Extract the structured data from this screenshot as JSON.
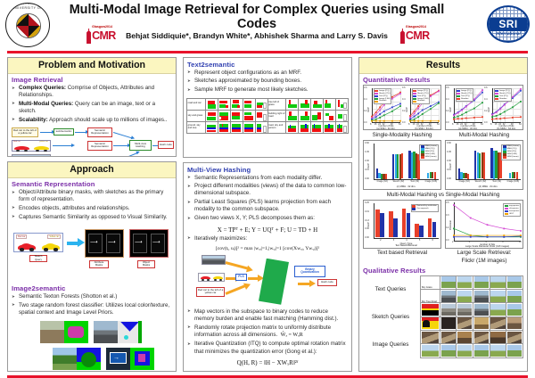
{
  "header": {
    "title": "Multi-Modal Image Retrieval for Complex Queries using Small Codes",
    "authors": "Behjat Siddiquie*, Brandyn White*, Abhishek Sharma and Larry S. Davis",
    "umd_logo": {
      "name": "university-of-maryland-seal",
      "top_text": "UNIVERSITY OF",
      "bottom_text": "MARYLAND"
    },
    "cmr_logo": {
      "name": "icmr-2014-logo",
      "event": "Glasgow2014",
      "text": "CMR"
    },
    "sri_logo": {
      "name": "sri-international-logo",
      "text": "SRI",
      "subtext": "International"
    },
    "accent_color": "#e8132b"
  },
  "columns": {
    "left": {
      "section1": {
        "banner": "Problem and Motivation",
        "subhead": "Image Retrieval",
        "bullets": [
          {
            "lead": "Complex Queries:",
            "rest": " Comprise of Objects, Attributes and Relationships."
          },
          {
            "lead": "Multi-Modal Queries:",
            "rest": " Query can be an image, text or a sketch."
          },
          {
            "lead": "Scalability:",
            "rest": " Approach should scale up to millions of images.."
          }
        ],
        "pipeline": {
          "text_query": "Red car to the left of a yellow car",
          "text2semantic": "text2semantic",
          "image2semantic": "im2semantic",
          "semantic_rep": "Semantic Representation",
          "multiview_hashing": "Multi-view Hashing",
          "hash_code": "Hash code"
        }
      },
      "section2": {
        "banner": "Approach",
        "subhead": "Semantic Representation",
        "bullets": [
          {
            "lead": "",
            "rest": "Object/Attribute binary masks, with sketches as the primary form of representation."
          },
          {
            "lead": "",
            "rest": "Encodes objects, attributes and relationships."
          },
          {
            "lead": "",
            "rest": "Captures Semantic Similarity as opposed to Visual Similarity."
          }
        ],
        "figure": {
          "query_label": "Sketch Query",
          "attribute_masks": "Attribute Masks",
          "object_masks": "Object Masks",
          "red_car": "Red car",
          "yellow_car": "Yellow car"
        }
      },
      "section3": {
        "subhead": "Image2semantic",
        "bullets": [
          {
            "lead": "",
            "rest": "Semantic Texton Forests (Shotton et al.)"
          },
          {
            "lead": "",
            "rest": "Two stage  random forest classifier: Utilizes local color/texture, spatial context and Image Level Priors."
          }
        ]
      }
    },
    "middle": {
      "section1": {
        "subhead": "Text2semantic",
        "bullets": [
          {
            "lead": "",
            "rest": "Represent object configurations as an MRF."
          },
          {
            "lead": "",
            "rest": "Sketches approximated by bounding boxes."
          },
          {
            "lead": "",
            "rest": "Sample MRF to generate most likely sketches."
          }
        ],
        "mrf_table": {
          "left_labels": [
            "road and car",
            "sky and grass",
            "ground, sky and tree"
          ],
          "right_labels": [
            "tree left of grass",
            "building right of road",
            "road, sky and person"
          ]
        }
      },
      "section2": {
        "subhead": "Multi-View Hashing",
        "bullets": [
          {
            "lead": "",
            "rest": "Semantic Representations from each modality differ."
          },
          {
            "lead": "",
            "rest": "Project different modalities (views) of the data to common low-dimensional subspace."
          },
          {
            "lead": "",
            "rest": "Partial Least Squares (PLS) learns projection from each modality to the common subspace."
          },
          {
            "lead": "",
            "rest": "Given two views X, Y; PLS decomposes them as:"
          }
        ],
        "equation1": "X = TPᵀ + E;  Y = UQᵀ + F;  U = TD + H",
        "bullet_iter": "Iteratively maximizes:",
        "equation2": "[cov(tᵢ, uᵢ)]² = max |wₓᵢ|=1,|wᵧᵢ|=1 [cov(Xwₓᵢ, Ywᵧᵢ)]²",
        "figure": {
          "pls": "PLS",
          "binary_quantization": "Binary Quantization",
          "hash_code": "Hash code",
          "text_query": "Red car to the left of a yellow car"
        },
        "bullets2": [
          {
            "lead": "",
            "rest": "Map vectors in the subspace to binary codes to reduce memory burden and enable fast matching (Hamming dist.)."
          },
          {
            "lead": "",
            "rest": "Randomly rotate projection matrix to uniformly distribute information across all dimensions."
          },
          {
            "lead": "",
            "rest": "Iterative Quantization (ITQ) to compute optimal rotation matrix that minimizes the quantization error (Gong et al.):"
          }
        ],
        "equation3": "Ŵₓ = WₓR",
        "equation4": "Q(H, R) = ‖H − XWₓR‖²ᶠ"
      }
    },
    "right": {
      "banner": "Results",
      "subhead_quant": "Quantitative Results",
      "subhead_qual": "Qualitative Results",
      "captions": {
        "single_modality": "Single-Modality Hashing",
        "multi_modal": "Multi-Modal Hashing",
        "mm_vs_sm": "Multi-Modal Hashing vs Single-Modal Hashing",
        "text_retrieval": "Text based Retrieval",
        "large_scale_1": "Large Scale Retrieval:",
        "large_scale_2": "Flickr (1M images)"
      },
      "qual_rows": [
        "Text Queries",
        "Sketch Queries",
        "Image Queries"
      ],
      "qual_query_labels": [
        "Sky Grass",
        "Sky Tree Road",
        "",
        "",
        "",
        ""
      ]
    }
  },
  "chart_data": [
    {
      "type": "line",
      "title": "(a) SMH - 32 dim.",
      "xlabel": "number of bits",
      "ylabel": "mAP",
      "x": [
        8,
        16,
        24,
        32,
        48,
        64
      ],
      "xlim": [
        8,
        64
      ],
      "ylim": [
        0,
        0.6
      ],
      "grid": true,
      "legend_position": "top-left",
      "series": [
        {
          "name": "Image (ITQ)",
          "color": "#e8402a",
          "values": [
            0.1,
            0.17,
            0.26,
            0.34,
            0.44,
            0.52
          ]
        },
        {
          "name": "Sketch (ITQ)",
          "color": "#d44bd4",
          "values": [
            0.07,
            0.13,
            0.21,
            0.3,
            0.41,
            0.5
          ]
        },
        {
          "name": "Text (ITQ)",
          "color": "#2f3fd0",
          "values": [
            0.05,
            0.09,
            0.14,
            0.19,
            0.26,
            0.32
          ]
        },
        {
          "name": "Image (LSH)",
          "color": "#1f9e3a",
          "values": [
            0.03,
            0.05,
            0.08,
            0.12,
            0.19,
            0.28
          ]
        },
        {
          "name": "Random",
          "color": "#f0a000",
          "values": [
            0.02,
            0.02,
            0.02,
            0.02,
            0.02,
            0.02
          ]
        }
      ]
    },
    {
      "type": "line",
      "title": "(b) SMH - 64 dim.",
      "xlabel": "number of bits",
      "ylabel": "mAP",
      "x": [
        8,
        16,
        24,
        32,
        48,
        64
      ],
      "xlim": [
        8,
        64
      ],
      "ylim": [
        0,
        0.6
      ],
      "grid": true,
      "legend_position": "top-left",
      "series": [
        {
          "name": "Image (ITQ)",
          "color": "#e8402a",
          "values": [
            0.11,
            0.19,
            0.28,
            0.37,
            0.47,
            0.55
          ]
        },
        {
          "name": "Sketch (ITQ)",
          "color": "#d44bd4",
          "values": [
            0.08,
            0.15,
            0.24,
            0.33,
            0.45,
            0.54
          ]
        },
        {
          "name": "Text (ITQ)",
          "color": "#2f3fd0",
          "values": [
            0.05,
            0.1,
            0.15,
            0.21,
            0.28,
            0.35
          ]
        },
        {
          "name": "Image (LSH)",
          "color": "#1f9e3a",
          "values": [
            0.03,
            0.05,
            0.09,
            0.14,
            0.23,
            0.33
          ]
        },
        {
          "name": "Random",
          "color": "#f0a000",
          "values": [
            0.02,
            0.02,
            0.02,
            0.02,
            0.02,
            0.02
          ]
        }
      ]
    },
    {
      "type": "line",
      "title": "(a) MMH - 32 dim.",
      "xlabel": "number of bits",
      "ylabel": "mAP",
      "x": [
        8,
        16,
        24,
        32,
        48,
        64
      ],
      "xlim": [
        8,
        64
      ],
      "ylim": [
        0,
        0.6
      ],
      "grid": true,
      "legend_position": "top-left",
      "series": [
        {
          "name": "Image (ITQ)",
          "color": "#2f3fd0",
          "values": [
            0.13,
            0.17,
            0.22,
            0.28,
            0.38,
            0.52
          ]
        },
        {
          "name": "Sketch (ITQ)",
          "color": "#d44bd4",
          "values": [
            0.12,
            0.16,
            0.21,
            0.27,
            0.4,
            0.56
          ]
        },
        {
          "name": "Text (ITQ)",
          "color": "#1f9e3a",
          "values": [
            0.08,
            0.1,
            0.13,
            0.17,
            0.24,
            0.34
          ]
        },
        {
          "name": "Random",
          "color": "#e8402a",
          "values": [
            0.05,
            0.06,
            0.06,
            0.07,
            0.08,
            0.09
          ]
        }
      ]
    },
    {
      "type": "line",
      "title": "(b) MMH - 64 dim.",
      "xlabel": "number of bits",
      "ylabel": "mAP",
      "x": [
        8,
        16,
        24,
        32,
        48,
        64
      ],
      "xlim": [
        8,
        64
      ],
      "ylim": [
        0,
        0.6
      ],
      "grid": true,
      "legend_position": "top-left",
      "series": [
        {
          "name": "Image (ITQ)",
          "color": "#2f3fd0",
          "values": [
            0.14,
            0.18,
            0.24,
            0.31,
            0.42,
            0.55
          ]
        },
        {
          "name": "Sketch (ITQ)",
          "color": "#d44bd4",
          "values": [
            0.13,
            0.17,
            0.23,
            0.3,
            0.44,
            0.58
          ]
        },
        {
          "name": "Text (ITQ)",
          "color": "#1f9e3a",
          "values": [
            0.09,
            0.11,
            0.14,
            0.18,
            0.26,
            0.36
          ]
        },
        {
          "name": "Random",
          "color": "#e8402a",
          "values": [
            0.05,
            0.06,
            0.06,
            0.07,
            0.08,
            0.09
          ]
        }
      ]
    },
    {
      "type": "bar",
      "title": "(c) MMH - 32 dim.",
      "xlabel": "",
      "ylabel": "mAP",
      "categories": [
        "Image (32)",
        "Sketch (32)",
        "Text (32)",
        "Image (106)"
      ],
      "ylim": [
        0,
        0.6
      ],
      "grid": false,
      "legend_position": "top-right",
      "series": [
        {
          "name": "MMH (Linear)",
          "color": "#2133a8",
          "values": [
            0.17,
            0.42,
            0.47,
            0.0
          ]
        },
        {
          "name": "MMH (ITQ)",
          "color": "#2fa8e8",
          "values": [
            0.1,
            0.41,
            0.45,
            0.1
          ]
        },
        {
          "name": "SMH (ITQ)",
          "color": "#1f9e3a",
          "values": [
            0.09,
            0.41,
            0.46,
            0.11
          ]
        },
        {
          "name": "SMH (LSH)",
          "color": "#8a3b10",
          "values": [
            0.09,
            0.42,
            0.43,
            0.11
          ]
        },
        {
          "name": "SMH (Linear)",
          "color": "#e8402a",
          "values": [
            0.09,
            0.43,
            0.42,
            0.12
          ]
        }
      ]
    },
    {
      "type": "bar",
      "title": "(d) MMH - 64 dim.",
      "xlabel": "",
      "ylabel": "mAP",
      "categories": [
        "Image (32)",
        "Sketch (32)",
        "Text (32)",
        "Image (106)"
      ],
      "ylim": [
        0,
        0.6
      ],
      "grid": false,
      "legend_position": "top-right",
      "series": [
        {
          "name": "MMH (Linear)",
          "color": "#2133a8",
          "values": [
            0.18,
            0.48,
            0.52,
            0.0
          ]
        },
        {
          "name": "MMH (ITQ)",
          "color": "#2fa8e8",
          "values": [
            0.12,
            0.44,
            0.48,
            0.1
          ]
        },
        {
          "name": "SMH (ITQ)",
          "color": "#1f9e3a",
          "values": [
            0.1,
            0.43,
            0.47,
            0.11
          ]
        },
        {
          "name": "SMH (LSH)",
          "color": "#8a3b10",
          "values": [
            0.1,
            0.44,
            0.45,
            0.11
          ]
        },
        {
          "name": "SMH (Linear)",
          "color": "#e8402a",
          "values": [
            0.09,
            0.45,
            0.44,
            0.12
          ]
        }
      ]
    },
    {
      "type": "bar",
      "title": "Text based Retrieval",
      "xlabel": "Query Type",
      "ylabel": "mAP",
      "categories": [
        "2",
        "3",
        "4",
        "5",
        "6"
      ],
      "ylim": [
        0,
        0.25
      ],
      "grid": false,
      "legend_position": "top-right",
      "series": [
        {
          "name": "Retrieval by verification",
          "color": "#e8402a",
          "values": [
            0.2,
            0.19,
            0.21,
            0.1,
            0.14
          ]
        },
        {
          "name": "Our approach",
          "color": "#2133a8",
          "values": [
            0.175,
            0.14,
            0.175,
            0.085,
            0.115
          ]
        }
      ]
    },
    {
      "type": "line",
      "title": "Large Scale Retrieval: Flickr (1M images)",
      "xlabel": "number of bits",
      "ylabel": "Precision",
      "x": [
        2,
        4,
        6,
        8,
        10
      ],
      "xlim": [
        2,
        10
      ],
      "ylim": [
        0,
        0.5
      ],
      "grid": false,
      "legend_position": "top-right",
      "series": [
        {
          "name": "img-queries",
          "color": "#1f9e3a",
          "values": [
            0.16,
            0.07,
            0.05,
            0.05,
            0.05
          ]
        },
        {
          "name": "skt-queries",
          "color": "#d44bd4",
          "values": [
            0.47,
            0.3,
            0.21,
            0.16,
            0.13
          ]
        },
        {
          "name": "text-queries",
          "color": "#2f3fd0",
          "values": [
            0.05,
            0.05,
            0.05,
            0.05,
            0.06
          ]
        },
        {
          "name": "GIST",
          "color": "#f0a000",
          "values": [
            0.07,
            0.07,
            0.07,
            0.07,
            0.07
          ]
        }
      ]
    }
  ]
}
